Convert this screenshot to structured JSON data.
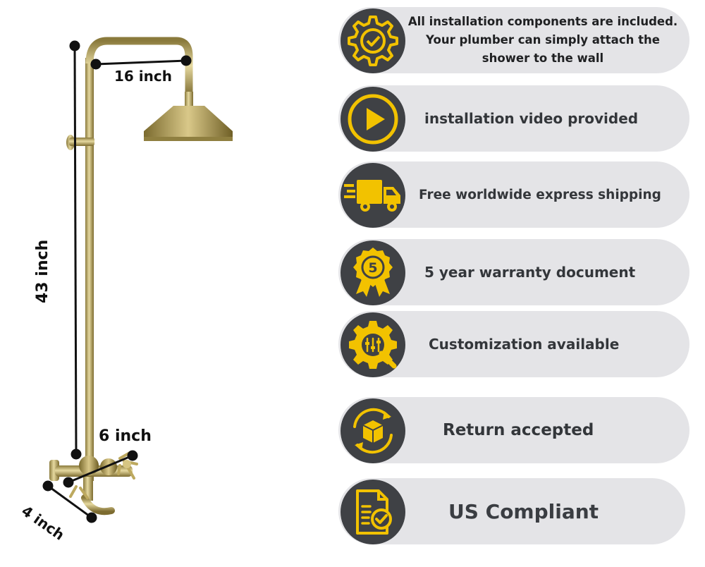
{
  "product": {
    "dimensions": {
      "width_label": "16 inch",
      "height_label": "43 inch",
      "spread_label": "6 inch",
      "depth_label": "4 inch"
    }
  },
  "features": [
    {
      "icon": "gear-check-icon",
      "text": "All installation components are included.\nYour plumber can simply attach the\nshower to the wall"
    },
    {
      "icon": "play-icon",
      "text": "installation video provided"
    },
    {
      "icon": "delivery-truck-icon",
      "text": "Free worldwide express shipping"
    },
    {
      "icon": "warranty-medal-icon",
      "text": "5 year warranty document"
    },
    {
      "icon": "gear-wrench-icon",
      "text": "Customization available"
    },
    {
      "icon": "return-box-icon",
      "text": "Return accepted"
    },
    {
      "icon": "compliant-document-icon",
      "text": "US Compliant"
    }
  ],
  "badges": {
    "warranty_number": "5"
  },
  "colors": {
    "accent": "#f2c200",
    "badge_bg": "#3f4145",
    "pill_bg": "#e4e4e7",
    "text": "#33363a",
    "brass": "#b8a45a"
  }
}
